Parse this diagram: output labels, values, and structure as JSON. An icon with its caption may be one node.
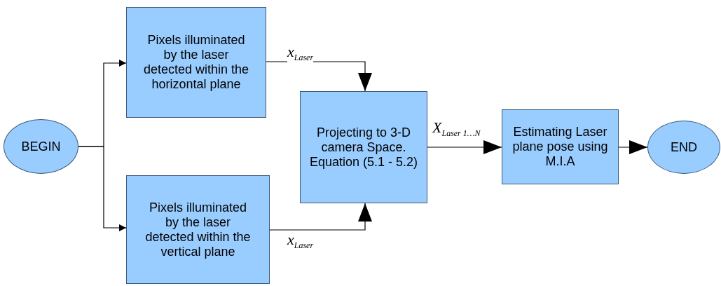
{
  "diagram": {
    "nodes": [
      {
        "text": [
          "BEGIN"
        ]
      },
      {
        "text": [
          "Pixels illuminated by the laser detected within the horizontal plane"
        ]
      },
      {
        "text": [
          "Pixels illuminated by the laser detected within the vertical plane"
        ]
      },
      {
        "text": [
          "Projecting to 3-D camera Space. Equation (5.1 - 5.2)"
        ]
      },
      {
        "text": [
          "Estimating Laser plane pose using M.I.A"
        ]
      },
      {
        "text": [
          "END"
        ]
      }
    ],
    "edges": [
      {
        "from": 0,
        "to": 1,
        "arrow": "to"
      },
      {
        "from": 0,
        "to": 2,
        "arrow": "to"
      },
      {
        "from": 1,
        "to": 3,
        "arrow": "to",
        "label": "x$_{Laser}$"
      },
      {
        "from": 2,
        "to": 3,
        "arrow": "to",
        "label": "x$_{Laser}$"
      },
      {
        "from": 3,
        "to": 4,
        "arrow": "to",
        "label": "X$_{Laser 1…N}$"
      },
      {
        "from": 4,
        "to": 5,
        "arrow": "to"
      }
    ]
  }
}
